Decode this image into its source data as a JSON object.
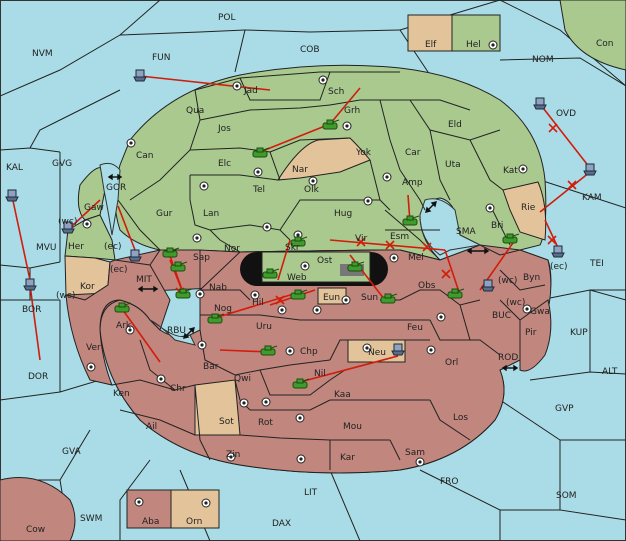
{
  "colors": {
    "sea": "#a9dce6",
    "faction_green": "#a9c98e",
    "faction_red": "#c1867d",
    "neutral": "#e3c49a",
    "order_arrow": "#d21c0c",
    "hole": "#111111"
  },
  "sea_labels": [
    {
      "id": "POL",
      "label": "POL"
    },
    {
      "id": "NVM",
      "label": "NVM"
    },
    {
      "id": "FUN",
      "label": "FUN"
    },
    {
      "id": "COB",
      "label": "COB"
    },
    {
      "id": "NOM",
      "label": "NOM"
    },
    {
      "id": "Con",
      "label": "Con"
    },
    {
      "id": "OVD",
      "label": "OVD"
    },
    {
      "id": "KAL",
      "label": "KAL"
    },
    {
      "id": "GVG",
      "label": "GVG"
    },
    {
      "id": "GOR",
      "label": "GOR"
    },
    {
      "id": "MVU",
      "label": "MVU"
    },
    {
      "id": "MIT",
      "label": "MIT"
    },
    {
      "id": "KAM",
      "label": "KAM"
    },
    {
      "id": "SMA",
      "label": "SMA"
    },
    {
      "id": "TEI",
      "label": "TEI"
    },
    {
      "id": "BOR",
      "label": "BOR"
    },
    {
      "id": "RBU",
      "label": "RBU"
    },
    {
      "id": "BUC",
      "label": "BUC"
    },
    {
      "id": "KUP",
      "label": "KUP"
    },
    {
      "id": "DOR",
      "label": "DOR"
    },
    {
      "id": "ROD",
      "label": "ROD"
    },
    {
      "id": "ALT",
      "label": "ALT"
    },
    {
      "id": "GVP",
      "label": "GVP"
    },
    {
      "id": "GVA",
      "label": "GVA"
    },
    {
      "id": "FRO",
      "label": "FRO"
    },
    {
      "id": "LIT",
      "label": "LIT"
    },
    {
      "id": "SOM",
      "label": "SOM"
    },
    {
      "id": "SWM",
      "label": "SWM"
    },
    {
      "id": "DAX",
      "label": "DAX"
    },
    {
      "id": "Cow",
      "label": "Cow"
    }
  ],
  "land_labels": [
    {
      "id": "Jad",
      "label": "Jad"
    },
    {
      "id": "Sch",
      "label": "Sch"
    },
    {
      "id": "Qua",
      "label": "Qua"
    },
    {
      "id": "Grh",
      "label": "Grh"
    },
    {
      "id": "Jos",
      "label": "Jos"
    },
    {
      "id": "Eld",
      "label": "Eld"
    },
    {
      "id": "Can",
      "label": "Can"
    },
    {
      "id": "Yok",
      "label": "Yok"
    },
    {
      "id": "Car",
      "label": "Car"
    },
    {
      "id": "Elc",
      "label": "Elc"
    },
    {
      "id": "Nar",
      "label": "Nar"
    },
    {
      "id": "Uta",
      "label": "Uta"
    },
    {
      "id": "Kat",
      "label": "Kat"
    },
    {
      "id": "Gaw",
      "label": "Gaw"
    },
    {
      "id": "Tel",
      "label": "Tel"
    },
    {
      "id": "Olk",
      "label": "Olk"
    },
    {
      "id": "Amp",
      "label": "Amp"
    },
    {
      "id": "Gur",
      "label": "Gur"
    },
    {
      "id": "Hug",
      "label": "Hug"
    },
    {
      "id": "Rie",
      "label": "Rie"
    },
    {
      "id": "Lan",
      "label": "Lan"
    },
    {
      "id": "Bri",
      "label": "Bri"
    },
    {
      "id": "Her",
      "label": "Her"
    },
    {
      "id": "Nor",
      "label": "Nor"
    },
    {
      "id": "Esm",
      "label": "Esm"
    },
    {
      "id": "Skr",
      "label": "Skr"
    },
    {
      "id": "Vir",
      "label": "Vir"
    },
    {
      "id": "Sap",
      "label": "Sap"
    },
    {
      "id": "Ost",
      "label": "Ost"
    },
    {
      "id": "Mel",
      "label": "Mel"
    },
    {
      "id": "Byn",
      "label": "Byn"
    },
    {
      "id": "Kor",
      "label": "Kor"
    },
    {
      "id": "Web",
      "label": "Web"
    },
    {
      "id": "Nab",
      "label": "Nab"
    },
    {
      "id": "Obs",
      "label": "Obs"
    },
    {
      "id": "Eun",
      "label": "Eun"
    },
    {
      "id": "Sun",
      "label": "Sun"
    },
    {
      "id": "Gwa",
      "label": "Gwa"
    },
    {
      "id": "Hil",
      "label": "Hil"
    },
    {
      "id": "Nog",
      "label": "Nog"
    },
    {
      "id": "Ark",
      "label": "Ark"
    },
    {
      "id": "Pir",
      "label": "Pir"
    },
    {
      "id": "Uru",
      "label": "Uru"
    },
    {
      "id": "Feu",
      "label": "Feu"
    },
    {
      "id": "Ver",
      "label": "Ver"
    },
    {
      "id": "Chp",
      "label": "Chp"
    },
    {
      "id": "Neu",
      "label": "Neu"
    },
    {
      "id": "Orl",
      "label": "Orl"
    },
    {
      "id": "Bar",
      "label": "Bar"
    },
    {
      "id": "Qwi",
      "label": "Qwi"
    },
    {
      "id": "Nil",
      "label": "Nil"
    },
    {
      "id": "Chr",
      "label": "Chr"
    },
    {
      "id": "Ken",
      "label": "Ken"
    },
    {
      "id": "Kaa",
      "label": "Kaa"
    },
    {
      "id": "Sot",
      "label": "Sot"
    },
    {
      "id": "Rot",
      "label": "Rot"
    },
    {
      "id": "Los",
      "label": "Los"
    },
    {
      "id": "Ail",
      "label": "Ail"
    },
    {
      "id": "Mou",
      "label": "Mou"
    },
    {
      "id": "Zin",
      "label": "Zin"
    },
    {
      "id": "Kar",
      "label": "Kar"
    },
    {
      "id": "Sam",
      "label": "Sam"
    }
  ],
  "coast_labels": [
    {
      "id": "wc-her",
      "label": "(wc)"
    },
    {
      "id": "ec-her",
      "label": "(ec)"
    },
    {
      "id": "ec-kor",
      "label": "(ec)"
    },
    {
      "id": "wc-kor",
      "label": "(wc)"
    },
    {
      "id": "ec-byn",
      "label": "(ec)"
    },
    {
      "id": "wc-byn",
      "label": "(wc)"
    },
    {
      "id": "wc-gwa",
      "label": "(wc)"
    }
  ],
  "legend": {
    "top_right": [
      {
        "id": "Elf",
        "label": "Elf"
      },
      {
        "id": "Hel",
        "label": "Hel"
      }
    ],
    "bottom_left": [
      {
        "id": "Aba",
        "label": "Aba"
      },
      {
        "id": "Orn",
        "label": "Orn"
      }
    ]
  },
  "legend_elf": {
    "label": "Elf"
  },
  "legend_hel": {
    "label": "Hel"
  },
  "legend_aba": {
    "label": "Aba"
  },
  "legend_orn": {
    "label": "Orn"
  },
  "icons": [
    "army-icon",
    "fleet-icon",
    "supply-center-icon",
    "convoy-connector-icon",
    "failed-order-x-icon"
  ]
}
